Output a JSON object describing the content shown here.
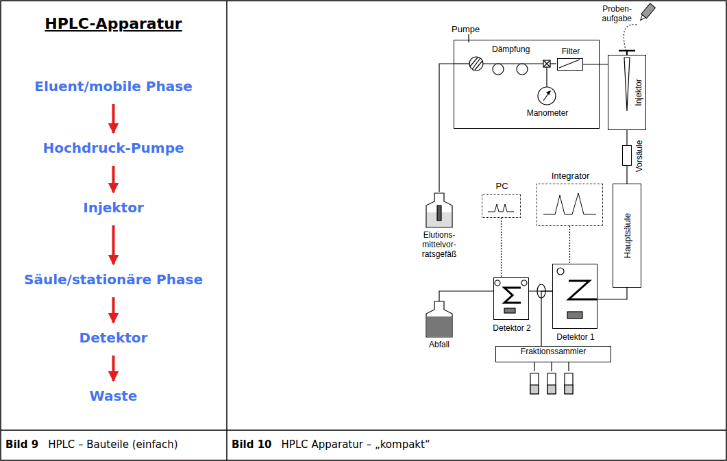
{
  "diagram": {
    "title": "HPLC-Apparatur",
    "nodes": [
      {
        "text": [
          "Eluent/mobile Phase"
        ]
      },
      {
        "text": [
          "Hochdruck-Pumpe"
        ]
      },
      {
        "text": [
          "Injektor"
        ]
      },
      {
        "text": [
          "Säule/stationäre Phase"
        ]
      },
      {
        "text": [
          "Detektor"
        ]
      },
      {
        "text": [
          "Waste"
        ]
      },
      {
        "text": [
          "Pumpe"
        ]
      },
      {
        "text": [
          "Manometer"
        ],
        "in": 6
      },
      {
        "text": [
          "Filter"
        ],
        "in": 6
      },
      {
        "text": [
          "Injektor"
        ]
      },
      {
        "text": [
          "Vorsäule"
        ]
      },
      {
        "text": [
          "Hauptsäule"
        ]
      },
      {
        "text": [
          "PC"
        ]
      },
      {
        "text": [
          "Integrator"
        ]
      },
      {
        "text": [
          "Detektor 2"
        ]
      },
      {
        "text": [
          "Detektor 1"
        ]
      },
      {
        "text": [
          "Fraktionssammler"
        ]
      },
      {
        "text": [
          "Elutions- mittelvor- ratsgefäß"
        ]
      },
      {
        "text": [
          "Abfall"
        ]
      },
      {
        "text": [
          "Proben- aufgabe"
        ]
      }
    ],
    "edges": [
      {
        "from": 0,
        "to": 1,
        "arrow": "to"
      },
      {
        "from": 1,
        "to": 2,
        "arrow": "to"
      },
      {
        "from": 2,
        "to": 3,
        "arrow": "to"
      },
      {
        "from": 3,
        "to": 4,
        "arrow": "to"
      },
      {
        "from": 4,
        "to": 5,
        "arrow": "to"
      },
      {
        "from": 17,
        "to": 6,
        "arrow": "none"
      },
      {
        "from": 8,
        "to": 9,
        "arrow": "none"
      },
      {
        "from": 19,
        "to": 9,
        "arrow": "none"
      },
      {
        "from": 9,
        "to": 10,
        "arrow": "none"
      },
      {
        "from": 10,
        "to": 11,
        "arrow": "none"
      },
      {
        "from": 11,
        "to": 15,
        "arrow": "none"
      },
      {
        "from": 15,
        "to": 14,
        "arrow": "none"
      },
      {
        "from": 15,
        "to": 16,
        "arrow": "none"
      },
      {
        "from": 14,
        "to": 18,
        "arrow": "none"
      },
      {
        "from": 12,
        "to": 14,
        "arrow": "none"
      },
      {
        "from": 13,
        "to": 15,
        "arrow": "none"
      }
    ],
    "labels": [
      "Dämpfung",
      "Bild 9",
      "HPLC – Bauteile (einfach)",
      "Bild 10",
      "HPLC Apparatur – „kompakt“"
    ]
  }
}
